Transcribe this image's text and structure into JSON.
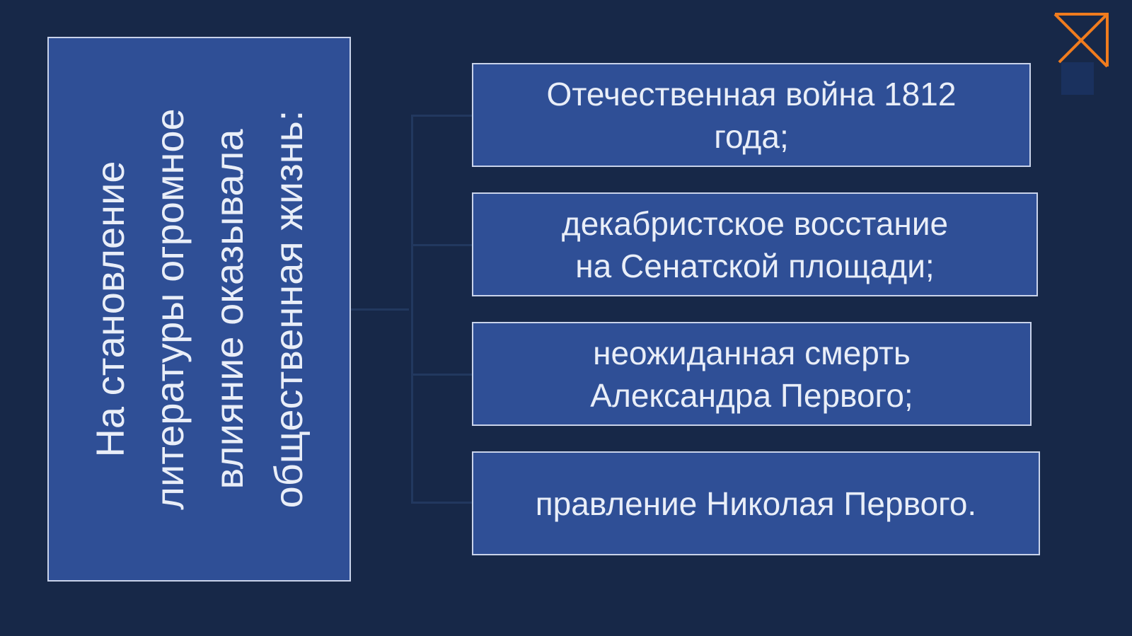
{
  "slide": {
    "main_text": "На становление\nлитературы огромное\nвлияние оказывала\nобщественная жизнь:",
    "items": [
      {
        "label": "Отечественная война 1812\nгода;"
      },
      {
        "label": "декабристское восстание\nна Сенатской площади;"
      },
      {
        "label": "неожиданная смерть\nАлександра Первого;"
      },
      {
        "label": "правление Николая Первого."
      }
    ]
  },
  "colors": {
    "background": "#172848",
    "box_fill": "#2f4f96",
    "box_border": "#c9d3ea",
    "text": "#e9eef8",
    "accent_orange": "#f07c1e"
  },
  "icons": {
    "corner": "envelope-cross-icon"
  }
}
